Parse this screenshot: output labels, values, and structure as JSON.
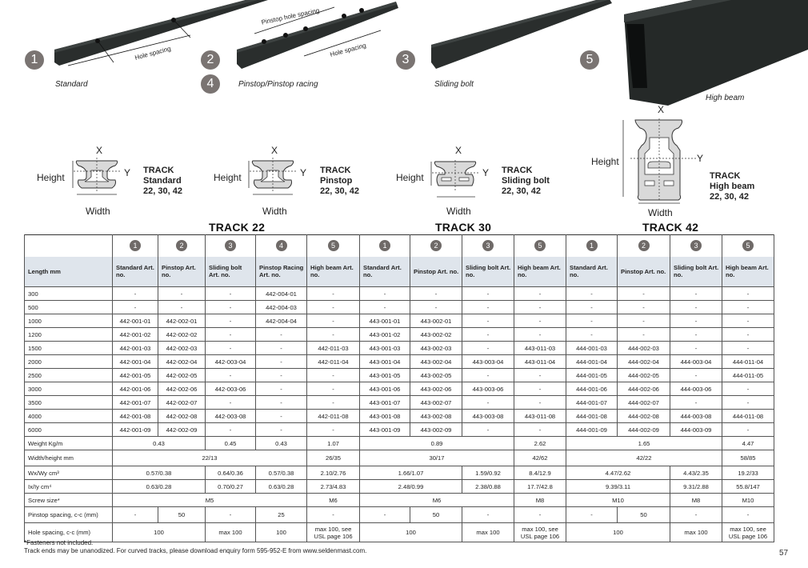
{
  "products": [
    {
      "num": "1",
      "caption": "Standard",
      "label": "Hole spacing"
    },
    {
      "num": "2",
      "num2": "4",
      "caption": "Pinstop/Pinstop racing",
      "label": "Hole spacing",
      "label2": "Pinstop hole spacing"
    },
    {
      "num": "3",
      "caption": "Sliding bolt"
    },
    {
      "num": "5",
      "caption": "High beam"
    }
  ],
  "cross_sections": [
    {
      "x": "X",
      "y": "Y",
      "height": "Height",
      "width": "Width",
      "type_line1": "TRACK",
      "type_line2": "Standard",
      "type_line3": "22, 30, 42"
    },
    {
      "x": "X",
      "y": "Y",
      "height": "Height",
      "width": "Width",
      "type_line1": "TRACK",
      "type_line2": "Pinstop",
      "type_line3": "22, 30, 42"
    },
    {
      "x": "X",
      "y": "Y",
      "height": "Height",
      "width": "Width",
      "type_line1": "TRACK",
      "type_line2": "Sliding bolt",
      "type_line3": "22, 30, 42"
    },
    {
      "x": "X",
      "y": "Y",
      "height": "Height",
      "width": "Width",
      "type_line1": "TRACK",
      "type_line2": "High beam",
      "type_line3": "22, 30, 42"
    }
  ],
  "sections": {
    "t22": "TRACK 22",
    "t30": "TRACK 30",
    "t42": "TRACK 42"
  },
  "table": {
    "circles": [
      "1",
      "2",
      "3",
      "4",
      "5",
      "1",
      "2",
      "3",
      "5",
      "1",
      "2",
      "3",
      "5"
    ],
    "first_header": "Length mm",
    "headers": [
      "Standard Art. no.",
      "Pinstop Art. no.",
      "Sliding bolt Art. no.",
      "Pinstop Racing Art. no.",
      "High beam Art. no.",
      "Standard Art. no.",
      "Pinstop Art. no.",
      "Sliding bolt Art. no.",
      "High beam Art. no.",
      "Standard Art. no.",
      "Pinstop Art. no.",
      "Sliding bolt Art. no.",
      "High beam Art. no."
    ],
    "rows": [
      {
        "len": "300",
        "cells": [
          "-",
          "-",
          "-",
          "442-004-01",
          "-",
          "-",
          "-",
          "-",
          "-",
          "-",
          "-",
          "-",
          "-"
        ]
      },
      {
        "len": "500",
        "cells": [
          "-",
          "-",
          "-",
          "442-004-03",
          "-",
          "-",
          "-",
          "-",
          "-",
          "-",
          "-",
          "-",
          "-"
        ]
      },
      {
        "len": "1000",
        "cells": [
          "442-001-01",
          "442-002-01",
          "-",
          "442-004-04",
          "-",
          "443-001-01",
          "443-002-01",
          "-",
          "-",
          "-",
          "-",
          "-",
          "-"
        ]
      },
      {
        "len": "1200",
        "cells": [
          "442-001-02",
          "442-002-02",
          "-",
          "-",
          "-",
          "443-001-02",
          "443-002-02",
          "-",
          "-",
          "-",
          "-",
          "-",
          "-"
        ]
      },
      {
        "len": "1500",
        "cells": [
          "442-001-03",
          "442-002-03",
          "-",
          "-",
          "442-011-03",
          "443-001-03",
          "443-002-03",
          "-",
          "443-011-03",
          "444-001-03",
          "444-002-03",
          "-",
          "-"
        ]
      },
      {
        "len": "2000",
        "cells": [
          "442-001-04",
          "442-002-04",
          "442-003-04",
          "-",
          "442-011-04",
          "443-001-04",
          "443-002-04",
          "443-003-04",
          "443-011-04",
          "444-001-04",
          "444-002-04",
          "444-003-04",
          "444-011-04"
        ]
      },
      {
        "len": "2500",
        "cells": [
          "442-001-05",
          "442-002-05",
          "-",
          "-",
          "-",
          "443-001-05",
          "443-002-05",
          "-",
          "-",
          "444-001-05",
          "444-002-05",
          "-",
          "444-011-05"
        ]
      },
      {
        "len": "3000",
        "cells": [
          "442-001-06",
          "442-002-06",
          "442-003-06",
          "-",
          "-",
          "443-001-06",
          "443-002-06",
          "443-003-06",
          "-",
          "444-001-06",
          "444-002-06",
          "444-003-06",
          "-"
        ]
      },
      {
        "len": "3500",
        "cells": [
          "442-001-07",
          "442-002-07",
          "-",
          "-",
          "-",
          "443-001-07",
          "443-002-07",
          "-",
          "-",
          "444-001-07",
          "444-002-07",
          "-",
          "-"
        ]
      },
      {
        "len": "4000",
        "cells": [
          "442-001-08",
          "442-002-08",
          "442-003-08",
          "-",
          "442-011-08",
          "443-001-08",
          "443-002-08",
          "443-003-08",
          "443-011-08",
          "444-001-08",
          "444-002-08",
          "444-003-08",
          "444-011-08"
        ]
      },
      {
        "len": "6000",
        "cells": [
          "442-001-09",
          "442-002-09",
          "-",
          "-",
          "-",
          "443-001-09",
          "443-002-09",
          "-",
          "-",
          "444-001-09",
          "444-002-09",
          "444-003-09",
          "-"
        ]
      }
    ],
    "weight": {
      "label": "Weight Kg/m",
      "v": [
        "0.43",
        "0.45",
        "0.43",
        "1.07",
        "0.89",
        "2.62",
        "1.65",
        "4.47"
      ]
    },
    "width_height": {
      "label": "Width/height mm",
      "v": [
        "22/13",
        "26/35",
        "30/17",
        "42/62",
        "42/22",
        "58/85"
      ]
    },
    "wxwy": {
      "label": "Wx/Wy cm³",
      "v": [
        "0.57/0.38",
        "0.64/0.36",
        "0.57/0.38",
        "2.10/2.76",
        "1.66/1.07",
        "1.59/0.92",
        "8.4/12.9",
        "4.47/2.62",
        "4.43/2.35",
        "19.2/33"
      ]
    },
    "ixiy": {
      "label": "Ix/Iy cm⁴",
      "v": [
        "0.63/0.28",
        "0.70/0.27",
        "0.63/0.28",
        "2.73/4.83",
        "2.48/0.99",
        "2.38/0.88",
        "17.7/42.8",
        "9.39/3.11",
        "9.31/2.88",
        "55.8/147"
      ]
    },
    "screw": {
      "label": "Screw size*",
      "v": [
        "M5",
        "M6",
        "M6",
        "M8",
        "M10",
        "M8",
        "M10"
      ]
    },
    "pinstop": {
      "label": "Pinstop spacing, c-c (mm)",
      "v": [
        "-",
        "50",
        "-",
        "25",
        "-",
        "-",
        "50",
        "-",
        "-",
        "-",
        "50",
        "-",
        "-"
      ]
    },
    "hole": {
      "label": "Hole spacing, c-c (mm)",
      "v": [
        "100",
        "max 100",
        "100",
        "max 100, see USL page 106",
        "100",
        "max 100",
        "max 100, see USL page 106",
        "100",
        "max 100",
        "max 100, see USL page 106"
      ]
    }
  },
  "footnotes": {
    "line1": "*Fasteners not included.",
    "line2": "Track ends may be unanodized. For curved tracks, please download enquiry form 595-952-E from www.seldenmast.com."
  },
  "page_number": "57"
}
